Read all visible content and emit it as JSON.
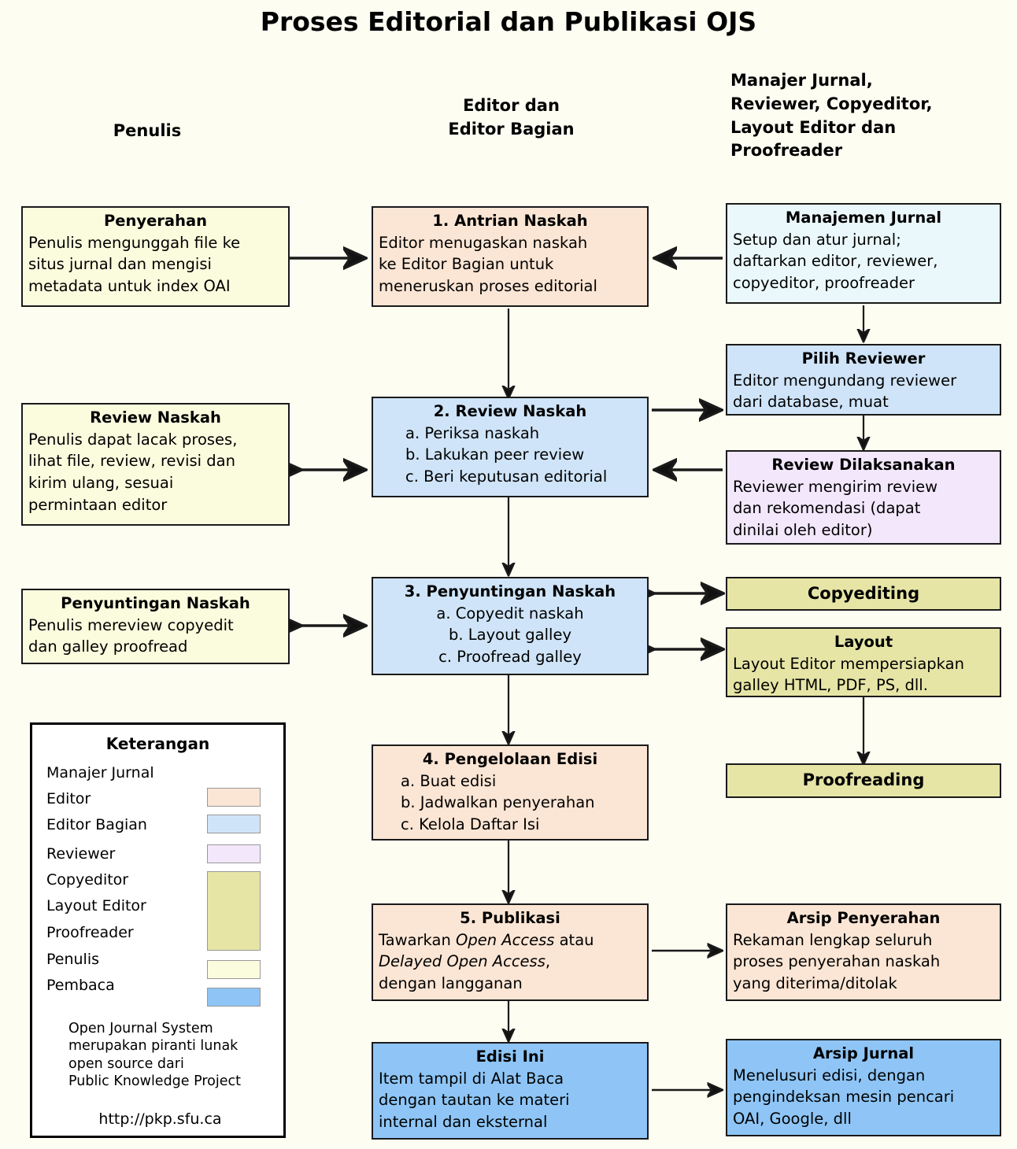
{
  "title": "Proses Editorial dan Publikasi OJS",
  "columns": [
    {
      "id": "penulis",
      "label": "Penulis"
    },
    {
      "id": "editor",
      "label": "Editor dan\nEditor Bagian"
    },
    {
      "id": "lain",
      "label": "Manajer Jurnal,\nReviewer, Copyeditor,\nLayout Editor dan\nProofreader"
    }
  ],
  "boxes": {
    "penyerahan": {
      "title": "Penyerahan",
      "lines": [
        "Penulis mengunggah file ke",
        "situs jurnal dan mengisi",
        "metadata untuk index OAI"
      ],
      "color": "#fbfbde",
      "role": "Penulis"
    },
    "antrian": {
      "title": "1. Antrian Naskah",
      "lines": [
        "Editor menugaskan naskah",
        "ke Editor Bagian untuk",
        "meneruskan proses editorial"
      ],
      "color": "#fbe5d4",
      "role": "Editor"
    },
    "manajemen": {
      "title": "Manajemen Jurnal",
      "lines": [
        "Setup dan atur jurnal;",
        "daftarkan editor, reviewer,",
        "copyeditor, proofreader"
      ],
      "color": "#eaf8fb",
      "role": "Manajer Jurnal"
    },
    "review_naskah_penulis": {
      "title": "Review Naskah",
      "lines": [
        "Penulis dapat lacak proses,",
        "lihat file, review, revisi dan",
        "kirim ulang, sesuai",
        "permintaan editor"
      ],
      "color": "#fbfbde",
      "role": "Penulis"
    },
    "review_naskah": {
      "title": "2. Review Naskah",
      "lines": [
        "a. Periksa naskah",
        "b. Lakukan peer review",
        "c. Beri keputusan editorial"
      ],
      "color": "#cfe4f8",
      "role": "Editor Bagian"
    },
    "pilih_reviewer": {
      "title": "Pilih Reviewer",
      "lines": [
        "Editor mengundang reviewer",
        "dari database, muat"
      ],
      "color": "#cfe4f8",
      "role": "Editor Bagian"
    },
    "review_dilaksanakan": {
      "title": "Review Dilaksanakan",
      "lines": [
        "Reviewer mengirim review",
        "dan rekomendasi (dapat",
        "dinilai oleh editor)"
      ],
      "color": "#f2e7fb",
      "role": "Reviewer"
    },
    "penyuntingan_penulis": {
      "title": "Penyuntingan Naskah",
      "lines": [
        "Penulis mereview copyedit",
        "dan galley proofread"
      ],
      "color": "#fbfbde",
      "role": "Penulis"
    },
    "penyuntingan": {
      "title": "3. Penyuntingan Naskah",
      "lines": [
        "a. Copyedit naskah",
        "b. Layout galley",
        "c. Proofread galley"
      ],
      "color": "#cfe4f8",
      "role": "Editor Bagian"
    },
    "copyediting": {
      "title": "Copyediting",
      "lines": [],
      "color": "#e6e5a6",
      "role": "Copyeditor"
    },
    "layout": {
      "title": "Layout",
      "lines": [
        "Layout Editor mempersiapkan",
        "galley HTML, PDF, PS, dll."
      ],
      "color": "#e6e5a6",
      "role": "Layout Editor"
    },
    "proofreading": {
      "title": "Proofreading",
      "lines": [],
      "color": "#e6e5a6",
      "role": "Proofreader"
    },
    "pengelolaan": {
      "title": "4. Pengelolaan Edisi",
      "lines": [
        "a. Buat edisi",
        "b. Jadwalkan penyerahan",
        "c. Kelola Daftar Isi"
      ],
      "color": "#fbe5d4",
      "role": "Editor"
    },
    "publikasi": {
      "title": "5. Publikasi",
      "lines": [],
      "color": "#fbe5d4",
      "role": "Editor"
    },
    "arsip_penyerahan": {
      "title": "Arsip Penyerahan",
      "lines": [
        "Rekaman lengkap seluruh",
        "proses penyerahan naskah",
        "yang diterima/ditolak"
      ],
      "color": "#fbe5d4",
      "role": "Editor"
    },
    "edisi_ini": {
      "title": "Edisi Ini",
      "lines": [
        "Item tampil di Alat Baca",
        "dengan tautan ke materi",
        "internal dan eksternal"
      ],
      "color": "#8ec5f6",
      "role": "Pembaca"
    },
    "arsip_jurnal": {
      "title": "Arsip Jurnal",
      "lines": [
        "Menelusuri edisi, dengan",
        "pengindeksan mesin pencari",
        "OAI, Google, dll"
      ],
      "color": "#8ec5f6",
      "role": "Pembaca"
    }
  },
  "publikasi_rich": {
    "line1_a": "Tawarkan ",
    "line1_em": "Open Access",
    "line1_b": " atau",
    "line2_em": "Delayed Open Access",
    "line2_b": ",",
    "line3": "dengan langganan"
  },
  "legend": {
    "title": "Keterangan",
    "rows": [
      {
        "label": "Manajer Jurnal",
        "swatch": null
      },
      {
        "label": "Editor",
        "swatch": "#fbe5d4"
      },
      {
        "label": "Editor Bagian",
        "swatch": "#cfe4f8"
      },
      {
        "label": "Reviewer",
        "swatch": "#f2e7fb"
      },
      {
        "label": "Copyeditor",
        "swatch": "#e6e5a6"
      },
      {
        "label": "Layout Editor",
        "swatch": null
      },
      {
        "label": "Proofreader",
        "swatch": null
      },
      {
        "label": "Penulis",
        "swatch": "#fbfbde"
      },
      {
        "label": "Pembaca",
        "swatch": "#8ec5f6"
      }
    ],
    "note": [
      "Open Journal System",
      "merupakan piranti lunak",
      "open source dari",
      "Public Knowledge Project"
    ],
    "url": "http://pkp.sfu.ca"
  }
}
